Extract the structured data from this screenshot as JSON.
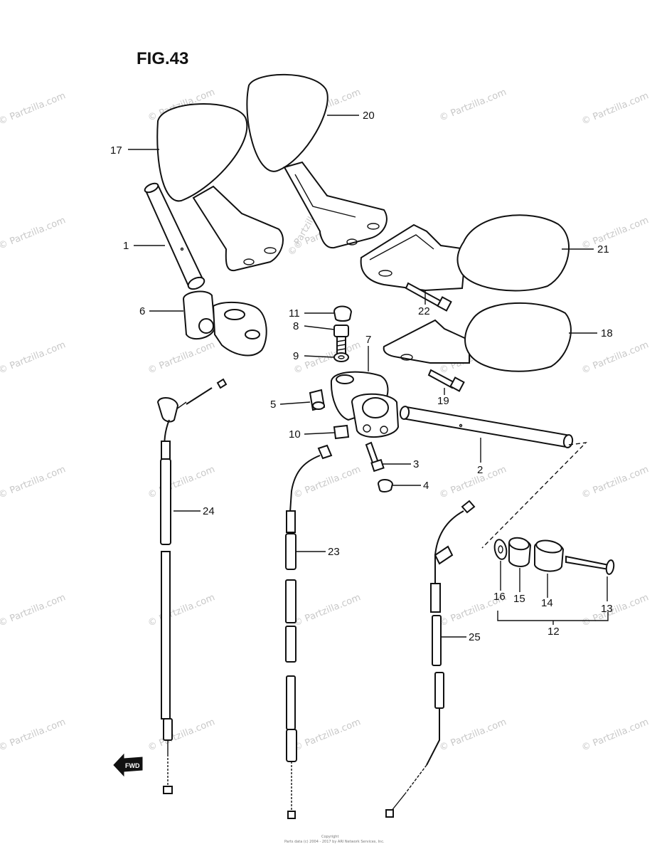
{
  "figure": {
    "title": "FIG.43"
  },
  "callouts": {
    "c1": "1",
    "c2": "2",
    "c3": "3",
    "c4": "4",
    "c5": "5",
    "c6": "6",
    "c7": "7",
    "c8": "8",
    "c9": "9",
    "c10": "10",
    "c11": "11",
    "c12": "12",
    "c13": "13",
    "c14": "14",
    "c15": "15",
    "c16": "16",
    "c17": "17",
    "c18": "18",
    "c19": "19",
    "c20": "20",
    "c21": "21",
    "c22": "22",
    "c23": "23",
    "c24": "24",
    "c25": "25"
  },
  "watermark": {
    "text": "© Partzilla.com"
  },
  "fwd_badge": {
    "text": "FWD"
  },
  "copyright": {
    "line1": "Copyright",
    "line2": "Parts data (c) 2004 - 2017 by ARI Network Services, Inc."
  },
  "colors": {
    "ink": "#111111",
    "watermark": "#c8c8c8",
    "paper": "#ffffff"
  }
}
